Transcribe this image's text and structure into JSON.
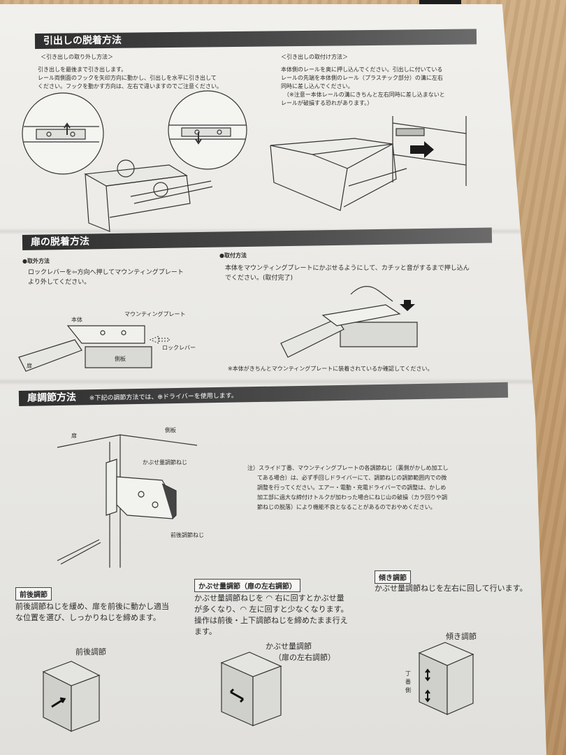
{
  "sections": {
    "drawer": {
      "title": "引出しの脱着方法",
      "remove": {
        "heading": "＜引き出しの取り外し方法＞",
        "lines": [
          "引き出しを最後まで引き出します。",
          "レール両側面のフックを矢印方向に動かし、引出しを水平に引き出して",
          "ください。フックを動かす方向は、左右で違いますのでご注意ください。"
        ]
      },
      "attach": {
        "heading": "＜引き出しの取付け方法＞",
        "lines": [
          "本体側のレールを奥に押し込んでください。引出しに付いている",
          "レールの先端を本体側のレール（プラスチック部分）の溝に左右",
          "同時に差し込んでください。",
          "（※注意ー本体レールの溝にきちんと左右同時に差し込まないと",
          "レールが破損する恐れがあります。）"
        ]
      }
    },
    "door": {
      "title": "扉の脱着方法",
      "remove_heading": "●取外方法",
      "remove_lines": [
        "ロックレバーを⇦方向へ押してマウンティングプレート",
        "より外してください。"
      ],
      "attach_heading": "●取付方法",
      "attach_lines": [
        "本体をマウンティングプレートにかぶせるようにして、カチッと音がするまで押し込ん",
        "でください。(取付完了)"
      ],
      "labels": {
        "body": "本体",
        "plate": "マウンティングプレート",
        "lever": "ロックレバー",
        "door": "扉",
        "side": "側板"
      },
      "note": "※本体がきちんとマウンティングプレートに装着されているか確認してください。"
    },
    "adjust": {
      "title": "扉調節方法",
      "subtitle": "※下記の調節方法では、⊕ドライバーを使用します。",
      "labels": {
        "door": "扉",
        "side": "側板",
        "overlay_screw": "かぶせ量調節ねじ",
        "depth_screw": "前後調節ねじ"
      },
      "note_lines": [
        "注）スライド丁番、マウンティングプレートの各調節ねじ（裏側がかしめ加工し",
        "てある場合）は、必ず手回しドライバーにて、調節ねじの調節範囲内での微",
        "調整を行ってください。エアー・電動・充電ドライバーでの調整は、かしめ",
        "加工部に過大な締付けトルクが加わった場合にねじ山の破損（カラ回りや調",
        "節ねじの脱落）により機能不良となることがあるのでおやめください。"
      ],
      "depth": {
        "label": "前後調節",
        "lines": [
          "前後調節ねじを緩め、扉を前後に動かし適当",
          "な位置を選び、しっかりねじを締めます。"
        ],
        "figure": "前後調節"
      },
      "overlay": {
        "label": "かぶせ量調節（扉の左右調節）",
        "lines": [
          "かぶせ量調節ねじを ◠ 右に回すとかぶせ量",
          "が多くなり、◠ 左に回すと少なくなります。",
          "操作は前後・上下調節ねじを締めたまま行え",
          "ます。"
        ],
        "figure_line1": "かぶせ量調節",
        "figure_line2": "（扉の左右調節）"
      },
      "tilt": {
        "label": "傾き調節",
        "lines": [
          "かぶせ量調節ねじを左右に回して行います。"
        ],
        "figure": "傾き調節",
        "hinge_side": "丁番側"
      }
    }
  }
}
